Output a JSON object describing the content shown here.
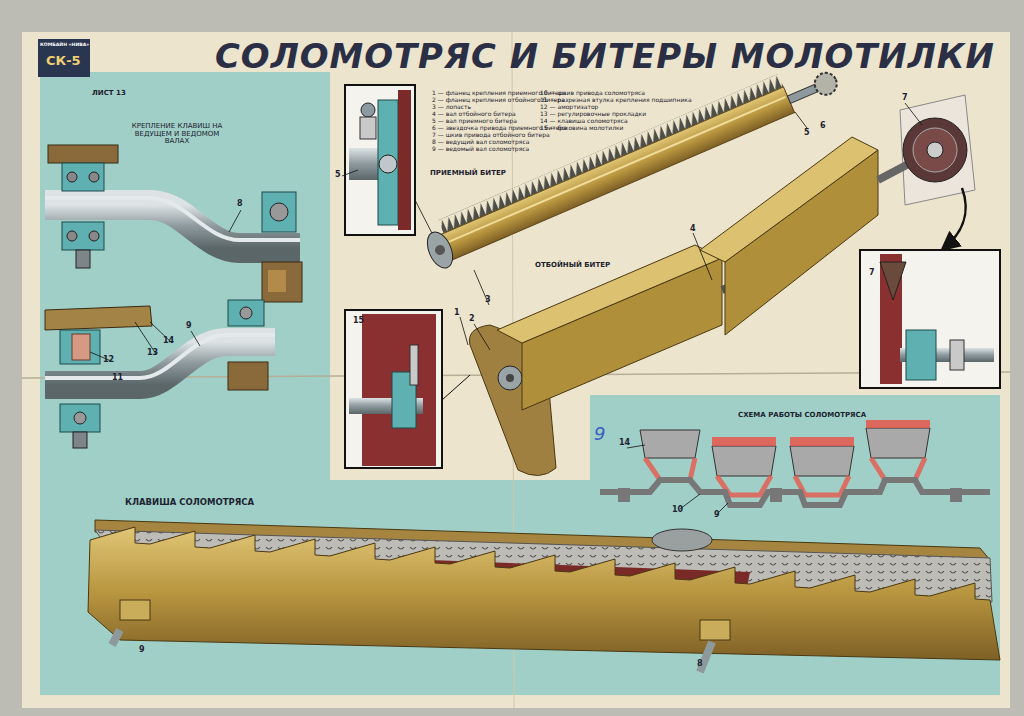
{
  "diagram": {
    "title": "СОЛОМОТРЯС И БИТЕРЫ МОЛОТИЛКИ",
    "labels": [
      "ЛИСТ 13",
      "КОМБАЙН «НИВА»",
      "СК-5",
      "КРЕПЛЕНИЕ КЛАВИШ НА ВЕДУЩЕМ И ВЕДОМОМ ВАЛАХ",
      "1 — фланец крепления приемного битера",
      "2 — фланец крепления отбойного битера",
      "3 — лопасть",
      "4 — вал отбойного битера",
      "5 — вал приемного битера",
      "6 — звездочка привода приемного битера",
      "7 — шкив привода отбойного битера",
      "8 — ведущий вал соломотряса",
      "9 — ведомый вал соломотряса",
      "10 — шкив привода соломотряса",
      "11 — разрезная втулка крепления подшипника",
      "12 — амортизатор",
      "13 — регулировочные прокладки",
      "14 — клавиша соломотряса",
      "15 — боковина молотилки",
      "ПРИЕМНЫЙ БИТЕР",
      "ОТБОЙНЫЙ БИТЕР",
      "КЛАВИША СОЛОМОТРЯСА",
      "СХЕМА РАБОТЫ СОЛОМОТРЯСА",
      "8",
      "9",
      "14",
      "13",
      "12",
      "11",
      "5",
      "1",
      "2",
      "3",
      "4",
      "5",
      "6",
      "7",
      "7",
      "15",
      "9",
      "14",
      "10",
      "9",
      "9",
      "8"
    ]
  }
}
